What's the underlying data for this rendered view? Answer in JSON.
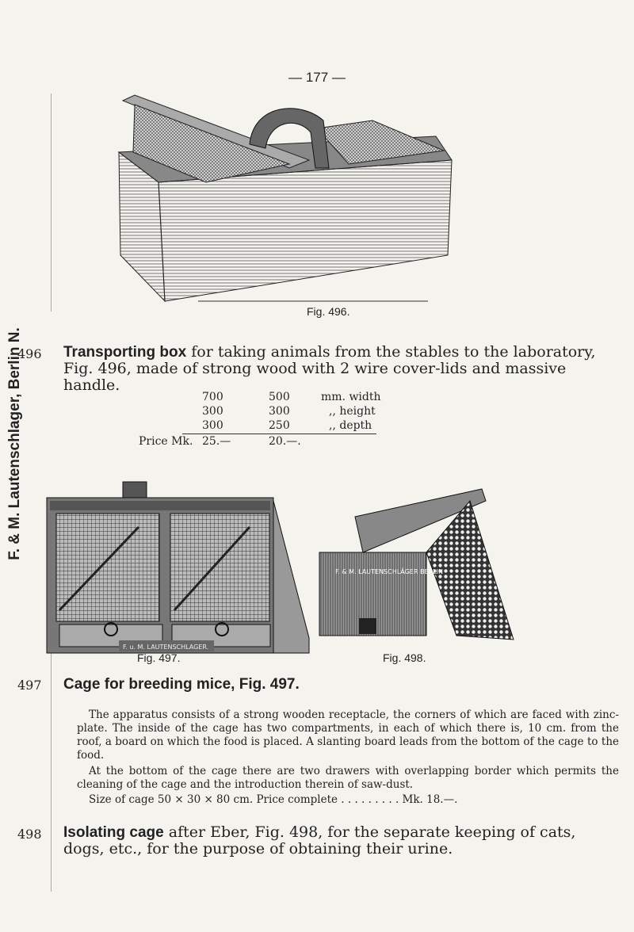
{
  "side_label": "F. & M. Lautenschlager, Berlin N.",
  "page_number": "— 177 —",
  "fig496": {
    "caption": "Fig. 496."
  },
  "item496": {
    "number": "496",
    "title": "Transporting box",
    "line1_rest": " for taking animals from the stables to the laboratory,",
    "line2": "Fig. 496, made of strong wood with 2 wire cover-lids and massive",
    "line3": "handle.",
    "table": {
      "rows": [
        [
          "700",
          "500",
          "mm. width"
        ],
        [
          "300",
          "300",
          ",,  height"
        ],
        [
          "300",
          "250",
          ",,  depth"
        ]
      ],
      "price_label": "Price Mk.",
      "prices": [
        "25.—",
        "20.—."
      ]
    }
  },
  "fig497": {
    "caption": "Fig. 497.",
    "plate_text": "F. u. M. LAUTENSCHLAGER."
  },
  "fig498": {
    "caption": "Fig. 498.",
    "plate_text": "F. & M. LAUTENSCHLÄGER BERLIN"
  },
  "item497": {
    "number": "497",
    "title": "Cage for breeding mice, Fig. 497.",
    "p1": "The apparatus consists of a strong wooden receptacle, the corners of which are faced with zinc-plate. The inside of the cage has two compartments, in each of which there is, 10 cm. from the roof, a board on which the food is placed. A slanting board leads from the bottom of the cage to the food.",
    "p2": "At the bottom of the cage there are two drawers with overlapping border which permits the cleaning of the cage and the introduction therein of saw-dust.",
    "size_line": "Size of cage 50 × 30 × 80 cm. Price complete . . . . . . . . . Mk. 18.—."
  },
  "item498": {
    "number": "498",
    "title": "Isolating cage",
    "line1_rest": " after Eber, Fig. 498, for the separate keeping of cats,",
    "line2": "dogs, etc., for the purpose of obtaining their urine."
  }
}
